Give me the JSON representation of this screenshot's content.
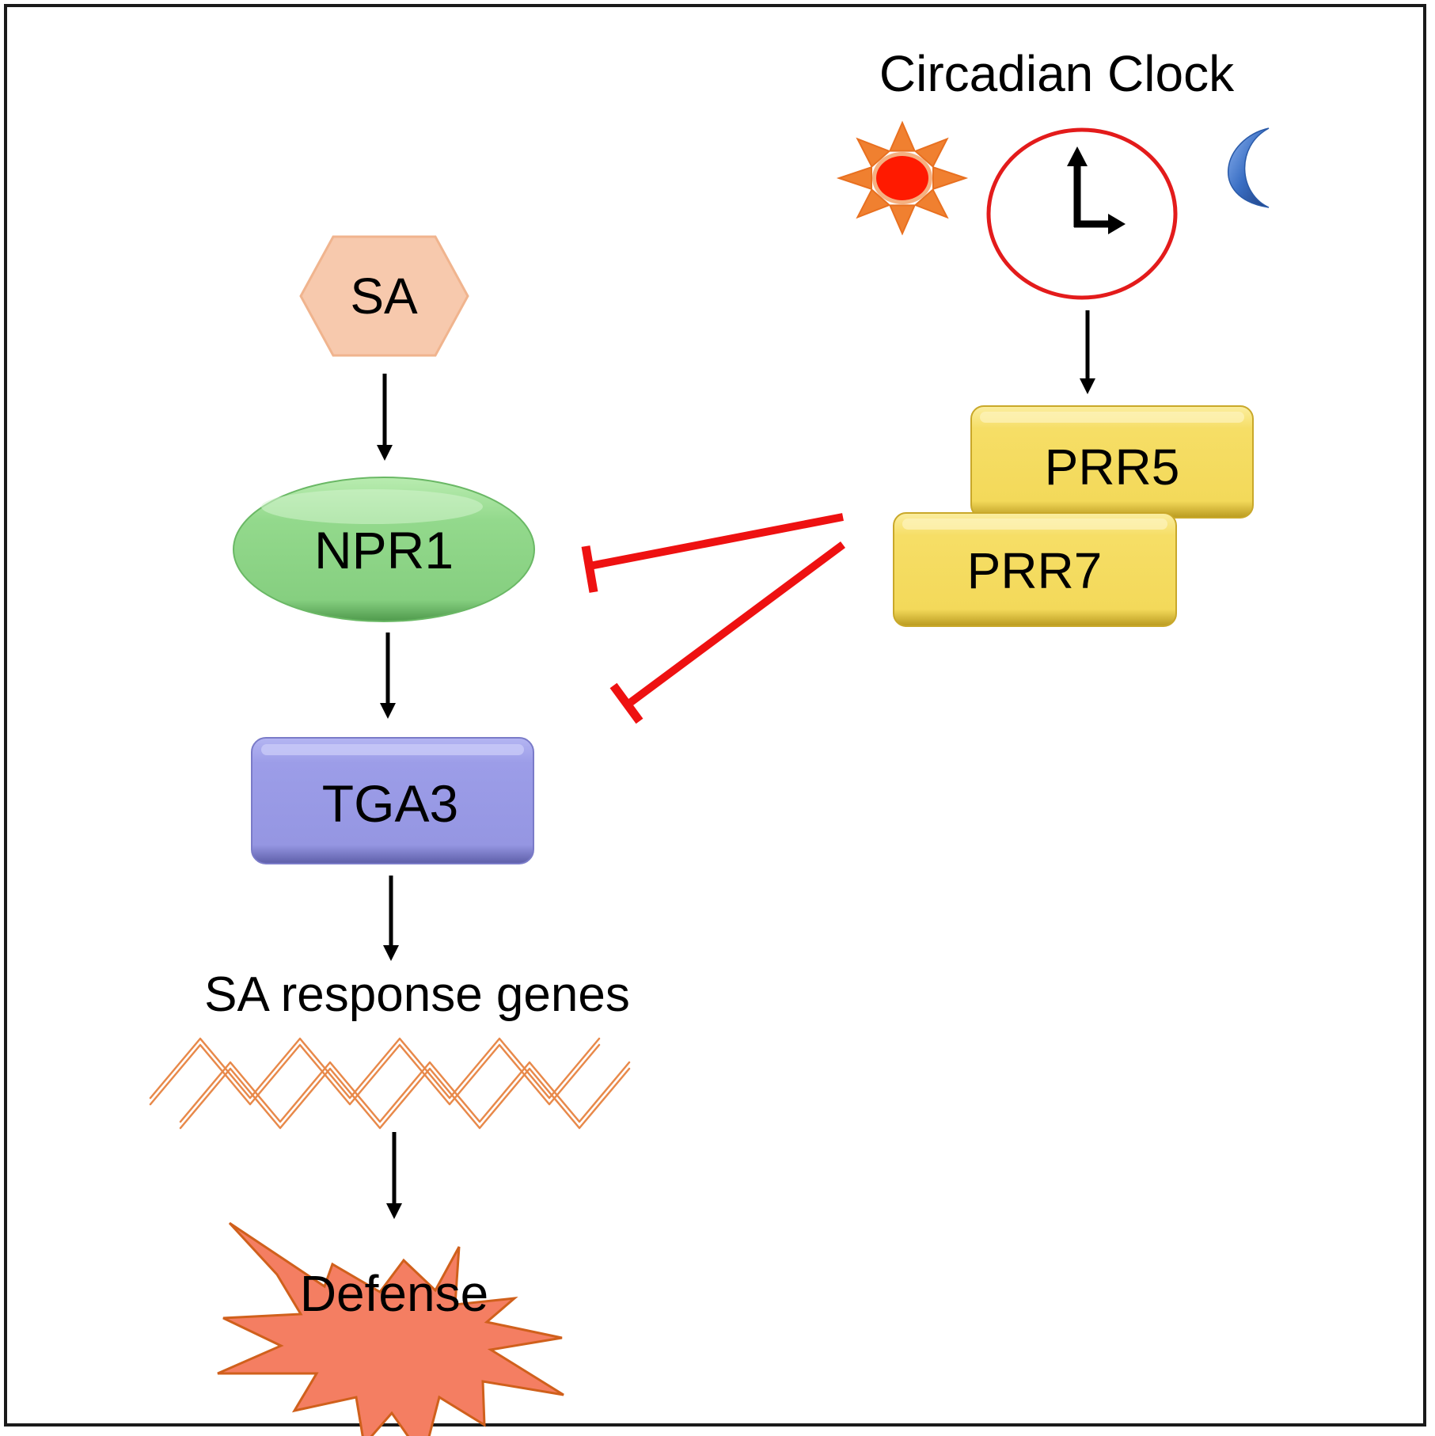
{
  "title": "Circadian Clock",
  "nodes": {
    "sa": {
      "label": "SA",
      "color": "#f7c9ad",
      "stroke": "#f0b48e"
    },
    "npr1": {
      "label": "NPR1",
      "color": "#8fd48a"
    },
    "tga3": {
      "label": "TGA3",
      "color": "#9a9be6"
    },
    "genes": {
      "label": "SA response genes",
      "color": "#e8894a"
    },
    "defense": {
      "label": "Defense",
      "color": "#f47e62",
      "stroke": "#d0601c"
    },
    "prr5": {
      "label": "PRR5",
      "color": "#f5dd66"
    },
    "prr7": {
      "label": "PRR7",
      "color": "#f5dd66"
    }
  },
  "icons": {
    "sun": "sun-icon",
    "clock": "clock-icon",
    "moon": "moon-icon"
  },
  "edges": [
    {
      "from": "SA",
      "to": "NPR1",
      "type": "activation"
    },
    {
      "from": "NPR1",
      "to": "TGA3",
      "type": "activation"
    },
    {
      "from": "TGA3",
      "to": "SA response genes",
      "type": "activation"
    },
    {
      "from": "SA response genes",
      "to": "Defense",
      "type": "activation"
    },
    {
      "from": "Circadian Clock",
      "to": "PRR5",
      "type": "activation"
    },
    {
      "from": "PRR5/PRR7",
      "to": "NPR1",
      "type": "inhibition"
    },
    {
      "from": "PRR5/PRR7",
      "to": "TGA3",
      "type": "inhibition"
    }
  ],
  "colors": {
    "activation": "#000000",
    "inhibition": "#ee1111",
    "clock_ring": "#e31b1b",
    "sun_core": "#ff1a00",
    "sun_rays": "#f08030",
    "moon": "#3a6fc4"
  }
}
